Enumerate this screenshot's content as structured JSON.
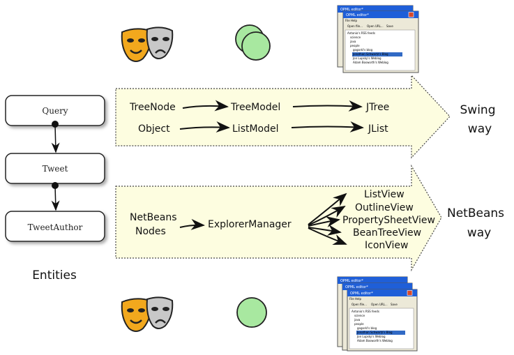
{
  "entities": {
    "items": [
      "Query",
      "Tweet",
      "TweetAuthor"
    ],
    "caption": "Entities"
  },
  "swing": {
    "row1": [
      "TreeNode",
      "TreeModel",
      "JTree"
    ],
    "row2": [
      "Object",
      "ListModel",
      "JList"
    ],
    "label": [
      "Swing",
      "way"
    ]
  },
  "netbeans": {
    "source": [
      "NetBeans",
      "Nodes"
    ],
    "manager": "ExplorerManager",
    "views": [
      "ListView",
      "OutlineView",
      "PropertySheetView",
      "BeanTreeView",
      "IconView"
    ],
    "label": [
      "NetBeans",
      "way"
    ]
  },
  "window": {
    "title": "OPML editor*",
    "menu": "File  Help",
    "toolbar": [
      "Open file...",
      "Open URL...",
      "Save"
    ],
    "tree": [
      "Antonio's RSS feeds",
      "science",
      "java",
      "people",
      "gogorkl's blog",
      "Jonathan Schwartz's Blog",
      "Jon Lupsky's Weblog",
      "Adam Bosworth's Weblog"
    ]
  },
  "colors": {
    "arrow_fill": "#fdfde0",
    "mask_gold": "#f2a81d",
    "mask_grey": "#c8c8c8",
    "circle_green": "#a8e8a0",
    "titlebar": "#1f5fd8"
  }
}
